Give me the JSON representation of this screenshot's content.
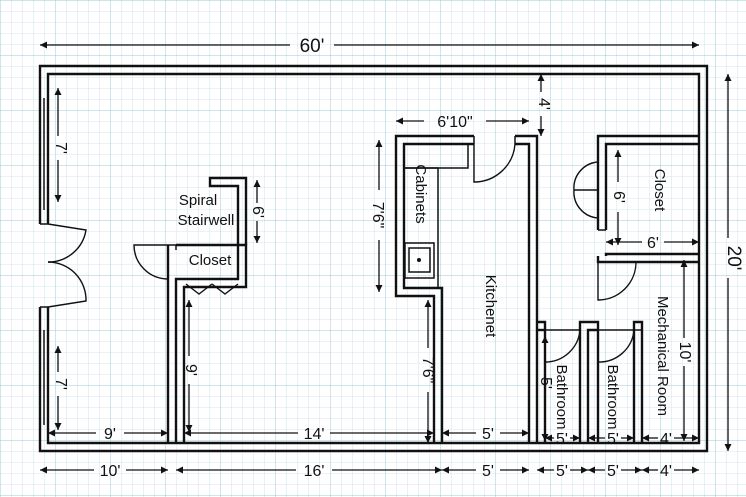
{
  "overall": {
    "width": "60'",
    "depth": "20'"
  },
  "rooms": {
    "spiral_stairwell": [
      "Spiral",
      "Stairwell"
    ],
    "closet_left": "Closet",
    "cabinets": "Cabinets",
    "kitchenet": "Kitchenet",
    "closet_right": "Closet",
    "mechanical_room": "Mechanical Room",
    "bathroom_1": "Bathroom",
    "bathroom_2": "Bathroom"
  },
  "dimensions": {
    "left_door_upper": "7'",
    "left_door_lower": "7'",
    "stair_height": "6'",
    "stair_lower": "9'",
    "kitchen_top_gap": "4'",
    "kitchen_width": "6'10\"",
    "cabinet_height": "7'6\"",
    "kitchen_lower": "7'6\"",
    "closet_right_height": "6'",
    "closet_right_width": "6'",
    "mech_height": "10'",
    "bath_height": "5'",
    "inner_bottom": [
      "9'",
      "14'",
      "5'",
      "5'",
      "5'",
      "4'"
    ],
    "outer_bottom": [
      "10'",
      "16'",
      "5'",
      "5'",
      "5'",
      "4'"
    ]
  }
}
